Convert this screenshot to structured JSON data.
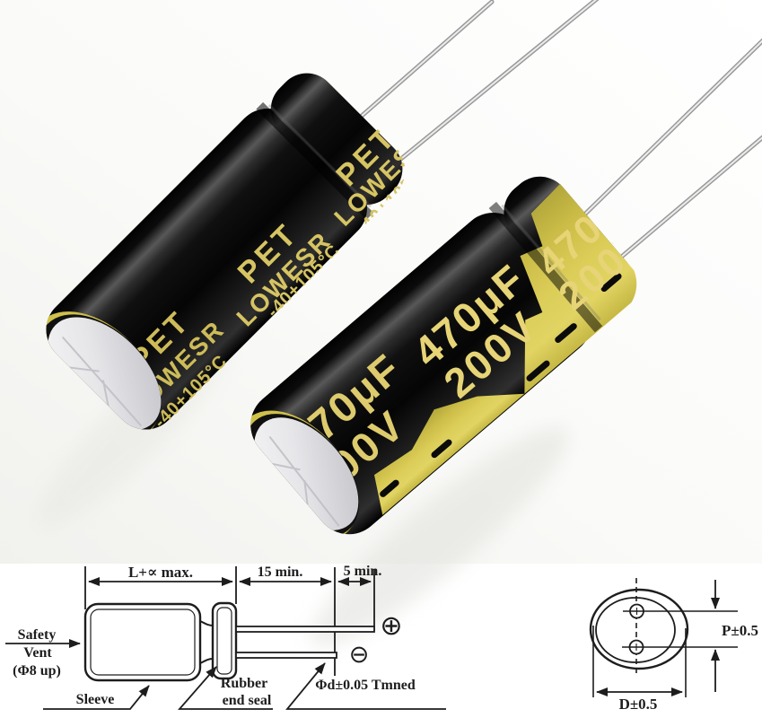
{
  "left_capacitor": {
    "brand": "PET",
    "series": "LOWESR",
    "temperature_range": "-40+105°C"
  },
  "right_capacitor": {
    "capacitance": "470μF",
    "voltage": "200V"
  },
  "side_view": {
    "dim_body_length": "L+∝ max.",
    "dim_lead_length": "15 min.",
    "dim_lead_tip": "5 min.",
    "vent_label_line1": "Safety",
    "vent_label_line2": "Vent",
    "vent_label_line3": "(Φ8 up)",
    "sleeve_label": "Sleeve",
    "seal_label_line1": "Rubber",
    "seal_label_line2": "end seal",
    "lead_spec_label": "Φd±0.05 Tmned",
    "plus_symbol": "⊕",
    "minus_symbol": "⊖"
  },
  "top_view": {
    "pitch_label": "P±0.5",
    "diameter_label": "D±0.5"
  },
  "colors": {
    "print_gold": "#d6c463",
    "sleeve_yellow": "#d8ca52",
    "body_black": "#0a0a0a",
    "silver_face": "#e6e6e9",
    "diagram_ink": "#222222",
    "background": "#fbfbfa"
  }
}
